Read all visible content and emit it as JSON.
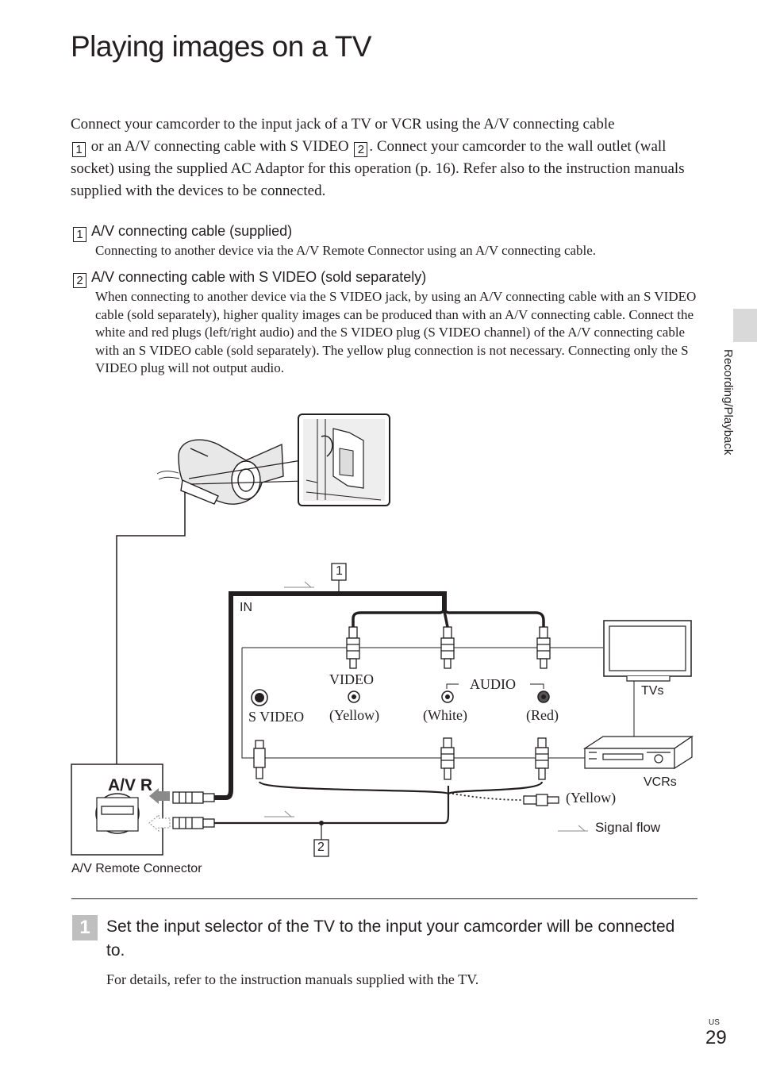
{
  "page": {
    "title": "Playing images on a TV",
    "intro": {
      "p1": "Connect your camcorder to the input jack of a TV or VCR using the A/V connecting cable",
      "n1": "1",
      "p2": " or an A/V connecting cable with S VIDEO ",
      "n2": "2",
      "p3": ". Connect your camcorder to the wall outlet (wall socket) using the supplied AC Adaptor for this operation (p. 16). Refer also to the instruction manuals supplied with the devices to be connected."
    },
    "items": [
      {
        "num": "1",
        "heading": "A/V connecting cable (supplied)",
        "body": "Connecting to another device via the A/V Remote Connector using an A/V connecting cable."
      },
      {
        "num": "2",
        "heading": "A/V connecting cable with S VIDEO (sold separately)",
        "body": "When connecting to another device via the S VIDEO jack, by using an A/V connecting cable with an S VIDEO cable (sold separately), higher quality images can be produced than with an A/V connecting cable. Connect the white and red plugs (left/right audio) and the S VIDEO plug (S VIDEO channel) of the A/V connecting cable with an S VIDEO cable (sold separately). The yellow plug connection is not necessary. Connecting only the S VIDEO plug will not output audio."
      }
    ],
    "side_label": "Recording/Playback",
    "diagram": {
      "callout_1": "1",
      "callout_2": "2",
      "in_label": "IN",
      "video_label": "VIDEO",
      "audio_label": "AUDIO",
      "svideo_label": "S VIDEO",
      "yellow_label": "(Yellow)",
      "white_label": "(White)",
      "red_label": "(Red)",
      "tv_label": "TVs",
      "vcr_label": "VCRs",
      "yellow_plug_label": "(Yellow)",
      "signal_flow_label": "Signal flow",
      "avr_logo": "A/V R",
      "connector_caption": "A/V Remote Connector"
    },
    "step": {
      "num": "1",
      "text": "Set the input selector of the TV to the input your camcorder will be connected to.",
      "note": "For details, refer to the instruction manuals supplied with the TV."
    },
    "page_region": "US",
    "page_number": "29"
  }
}
